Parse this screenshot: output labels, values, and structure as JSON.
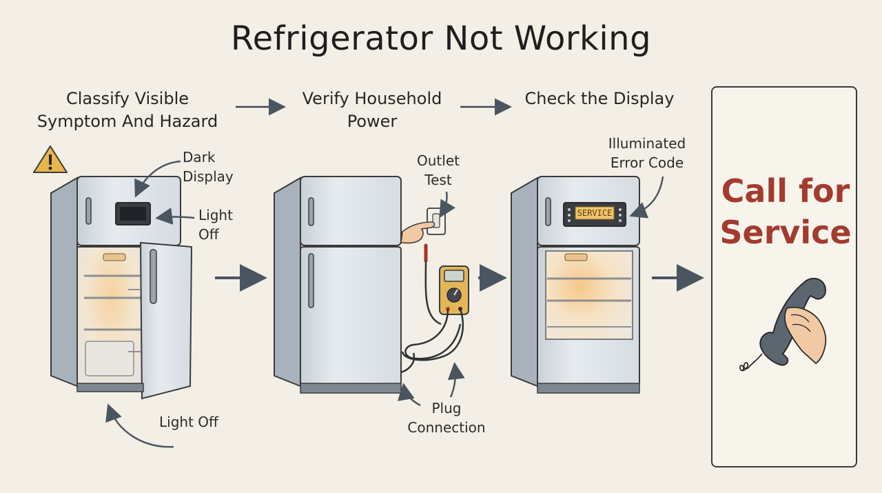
{
  "title": "Refrigerator Not Working",
  "steps": [
    {
      "line1": "Classify Visible",
      "line2": "Symptom And Hazard"
    },
    {
      "line1": "Verify Household",
      "line2": "Power"
    },
    {
      "line1": "Check the Display",
      "line2": ""
    }
  ],
  "callouts": {
    "dark_display": {
      "line1": "Dark",
      "line2": "Display"
    },
    "light_off_top": {
      "line1": "Light",
      "line2": "Off"
    },
    "light_off_bottom": "Light Off",
    "outlet_test": {
      "line1": "Outlet",
      "line2": "Test"
    },
    "plug_connection": {
      "line1": "Plug",
      "line2": "Connection"
    },
    "illuminated_error": {
      "line1": "Illuminated",
      "line2": "Error Code"
    }
  },
  "display_text": "SERVICE",
  "service": {
    "line1": "Call for",
    "line2": "Service"
  },
  "icons": [
    "warning-icon",
    "arrow-right-icon",
    "multimeter-icon",
    "phone-icon"
  ],
  "colors": {
    "background": "#f3efe6",
    "fridge_body": "#dfe5ea",
    "accent_red": "#a33b2e",
    "warning_yellow": "#e8b64a",
    "warm_glow": "#f6d7a6"
  }
}
